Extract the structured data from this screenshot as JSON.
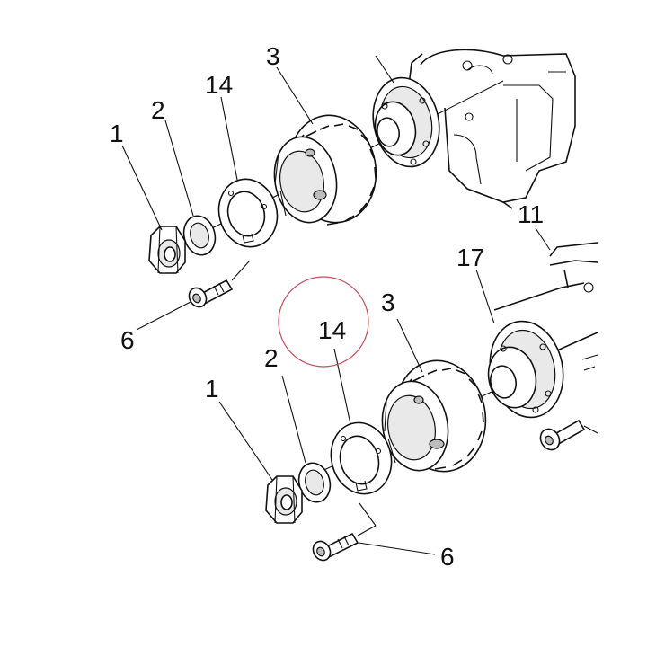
{
  "highlight_color": "#c0505a",
  "line_color": "#111111",
  "callouts": {
    "upper": {
      "nut": "1",
      "washer": "2",
      "plate": "14",
      "sprocket": "3",
      "bolt": "6"
    },
    "lower": {
      "nut": "1",
      "washer": "2",
      "plate": "14",
      "sprocket": "3",
      "bolt": "6"
    },
    "bracket": "11",
    "hub": "17"
  },
  "highlighted_callout": "14"
}
